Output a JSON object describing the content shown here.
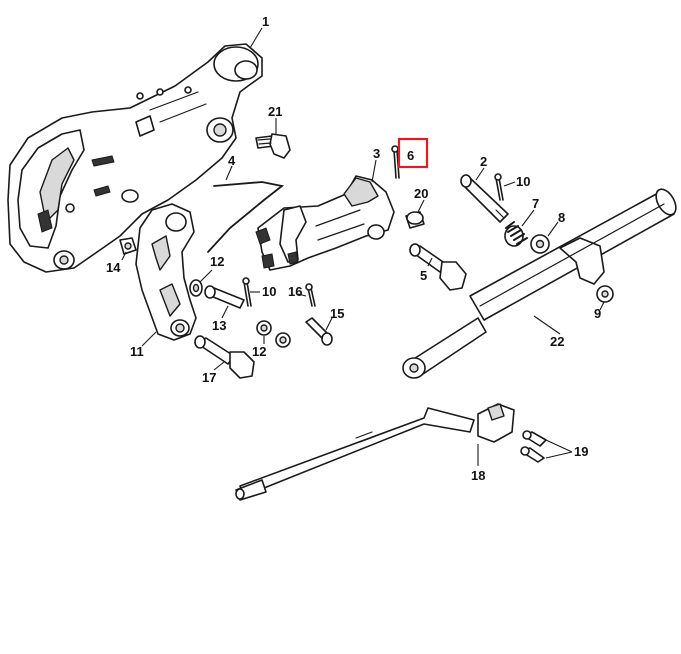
{
  "diagram": {
    "callouts": [
      "1",
      "2",
      "3",
      "4",
      "5",
      "6",
      "7",
      "8",
      "9",
      "10",
      "10",
      "11",
      "12",
      "12",
      "13",
      "14",
      "15",
      "16",
      "17",
      "18",
      "19",
      "20",
      "21",
      "22"
    ],
    "highlighted_callout": "6",
    "highlight_color": "#e02020"
  }
}
